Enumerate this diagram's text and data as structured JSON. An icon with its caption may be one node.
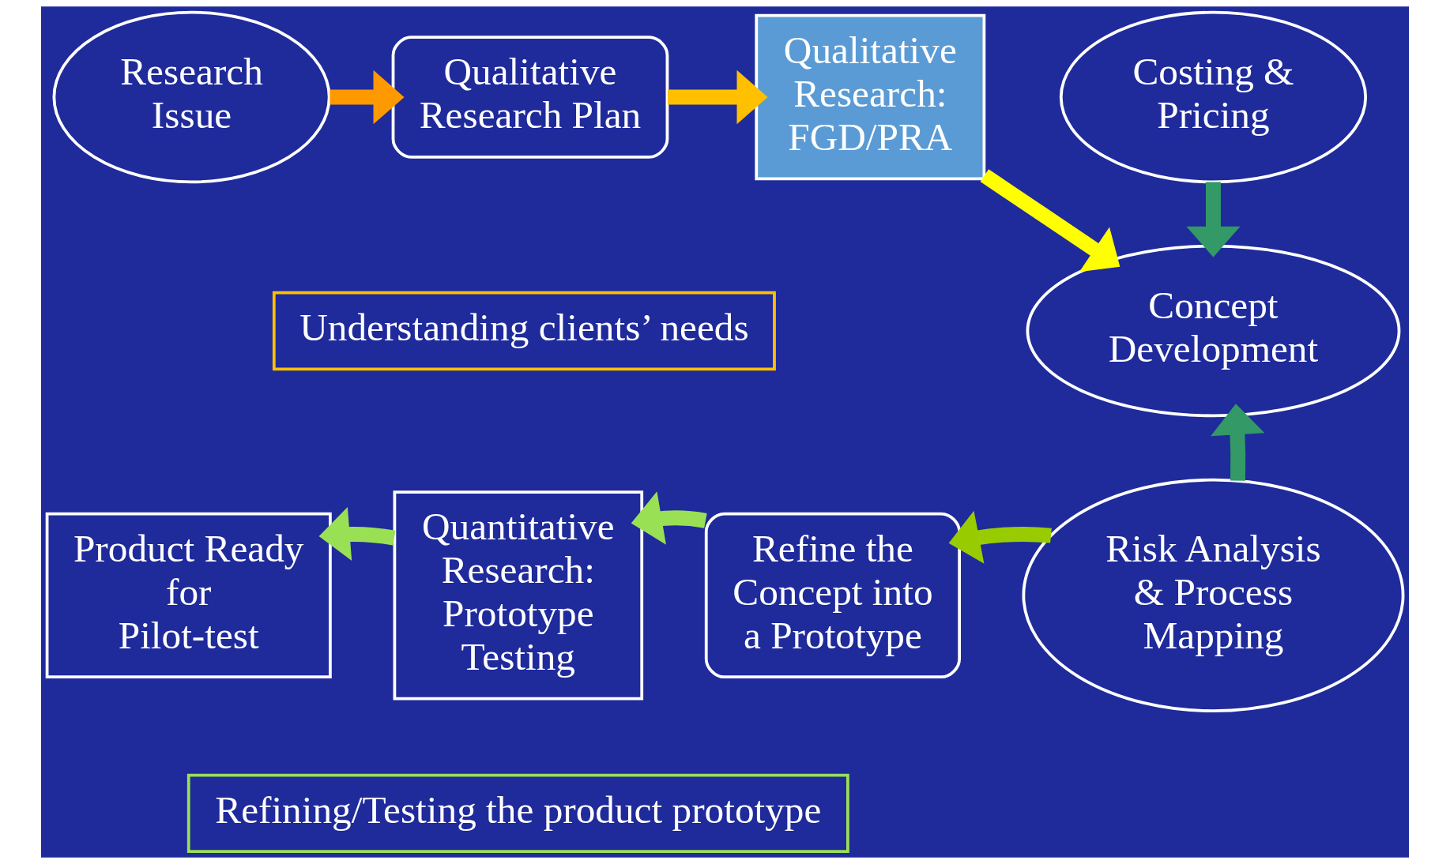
{
  "diagram": {
    "nodes": [
      {
        "text": [
          "Research Issue"
        ]
      },
      {
        "text": [
          "Qualitative Research Plan"
        ]
      },
      {
        "text": [
          "Qualitative Research: FGD/PRA"
        ]
      },
      {
        "text": [
          "Costing & Pricing"
        ]
      },
      {
        "text": [
          "Concept Development"
        ]
      },
      {
        "text": [
          "Risk Analysis & Process Mapping"
        ]
      },
      {
        "text": [
          "Refine the Concept into a Prototype"
        ]
      },
      {
        "text": [
          "Quantitative Research: Prototype Testing"
        ]
      },
      {
        "text": [
          "Product Ready for Pilot-test"
        ]
      },
      {
        "text": [
          "Understanding clients’ needs"
        ]
      },
      {
        "text": [
          "Refining/Testing the product prototype"
        ]
      }
    ],
    "edges": [
      {
        "from": 0,
        "to": 1,
        "arrow": "to",
        "color": "#ff9900"
      },
      {
        "from": 1,
        "to": 2,
        "arrow": "to",
        "color": "#ffc000"
      },
      {
        "from": 2,
        "to": 4,
        "arrow": "to",
        "color": "#ffff00"
      },
      {
        "from": 3,
        "to": 4,
        "arrow": "to",
        "color": "#339966"
      },
      {
        "from": 5,
        "to": 4,
        "arrow": "to",
        "color": "#339966"
      },
      {
        "from": 5,
        "to": 6,
        "arrow": "to",
        "color": "#99cc00"
      },
      {
        "from": 6,
        "to": 7,
        "arrow": "to",
        "color": "#99e055"
      },
      {
        "from": 7,
        "to": 8,
        "arrow": "to",
        "color": "#99e055"
      }
    ]
  }
}
